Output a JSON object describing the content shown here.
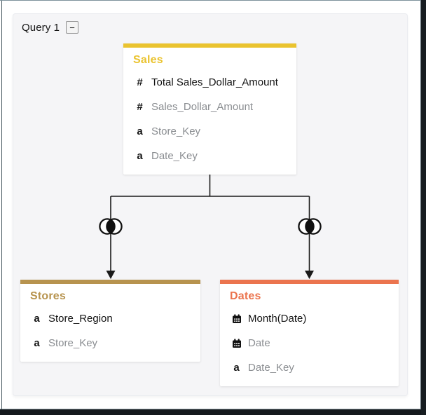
{
  "header": {
    "title": "Query 1",
    "collapse_glyph": "−"
  },
  "icons": {
    "number": "#",
    "text": "a",
    "calendar": "calendar-grid-glyph",
    "join": "inner-join-venn"
  },
  "colors": {
    "canvas_background": "#f5f5f7",
    "card_background": "#ffffff",
    "line": "#1a1a1a",
    "label_dark": "#141414",
    "label_gray": "#8a8d91"
  },
  "tables": [
    {
      "id": "sales",
      "name": "Sales",
      "color": "#eac32f",
      "fields": [
        {
          "icon": "number",
          "label": "Total Sales_Dollar_Amount",
          "emphasis": true
        },
        {
          "icon": "number",
          "label": "Sales_Dollar_Amount",
          "emphasis": false
        },
        {
          "icon": "text",
          "label": "Store_Key",
          "emphasis": false
        },
        {
          "icon": "text",
          "label": "Date_Key",
          "emphasis": false
        }
      ]
    },
    {
      "id": "stores",
      "name": "Stores",
      "color": "#b7934e",
      "fields": [
        {
          "icon": "text",
          "label": "Store_Region",
          "emphasis": true
        },
        {
          "icon": "text",
          "label": "Store_Key",
          "emphasis": false
        }
      ]
    },
    {
      "id": "dates",
      "name": "Dates",
      "color": "#eb744e",
      "fields": [
        {
          "icon": "calendar",
          "label": "Month(Date)",
          "emphasis": true
        },
        {
          "icon": "calendar",
          "label": "Date",
          "emphasis": false
        },
        {
          "icon": "text",
          "label": "Date_Key",
          "emphasis": false
        }
      ]
    }
  ],
  "joins": [
    {
      "name": "inner-join-sales-stores",
      "type": "inner"
    },
    {
      "name": "inner-join-sales-dates",
      "type": "inner"
    }
  ]
}
